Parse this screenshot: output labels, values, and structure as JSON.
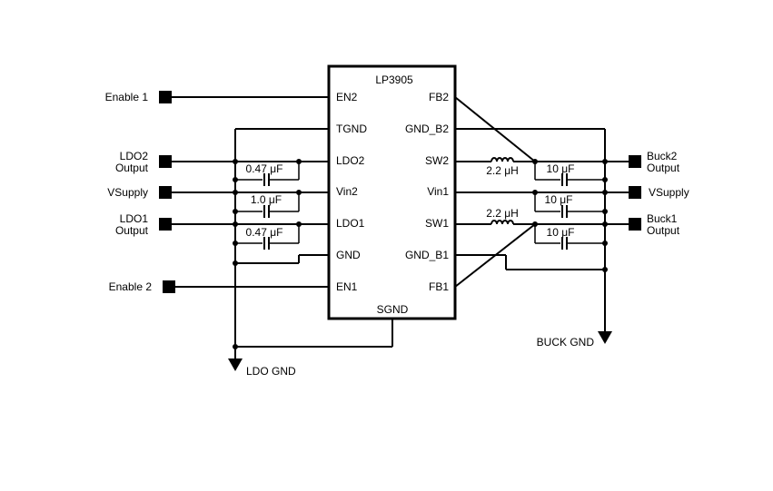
{
  "chip": {
    "name": "LP3905",
    "left_pins": [
      "EN2",
      "TGND",
      "LDO2",
      "Vin2",
      "LDO1",
      "GND",
      "EN1"
    ],
    "right_pins": [
      "FB2",
      "GND_B2",
      "SW2",
      "Vin1",
      "SW1",
      "GND_B1",
      "FB1"
    ],
    "bottom_pin": "SGND"
  },
  "terminals": {
    "enable1": "Enable 1",
    "ldo2_line1": "LDO2",
    "ldo2_line2": "Output",
    "vsupply_left": "VSupply",
    "ldo1_line1": "LDO1",
    "ldo1_line2": "Output",
    "enable2": "Enable 2",
    "buck2_line1": "Buck2",
    "buck2_line2": "Output",
    "vsupply_right": "VSupply",
    "buck1_line1": "Buck1",
    "buck1_line2": "Output"
  },
  "components": {
    "c_ldo2": "0.47 μF",
    "c_vin2": "1.0 μF",
    "c_ldo1": "0.47 μF",
    "l_sw2": "2.2 μH",
    "c_buck2": "10 μF",
    "c_vin1": "10 μF",
    "l_sw1": "2.2 μH",
    "c_buck1": "10 μF"
  },
  "grounds": {
    "ldo_gnd": "LDO GND",
    "buck_gnd": "BUCK GND"
  }
}
